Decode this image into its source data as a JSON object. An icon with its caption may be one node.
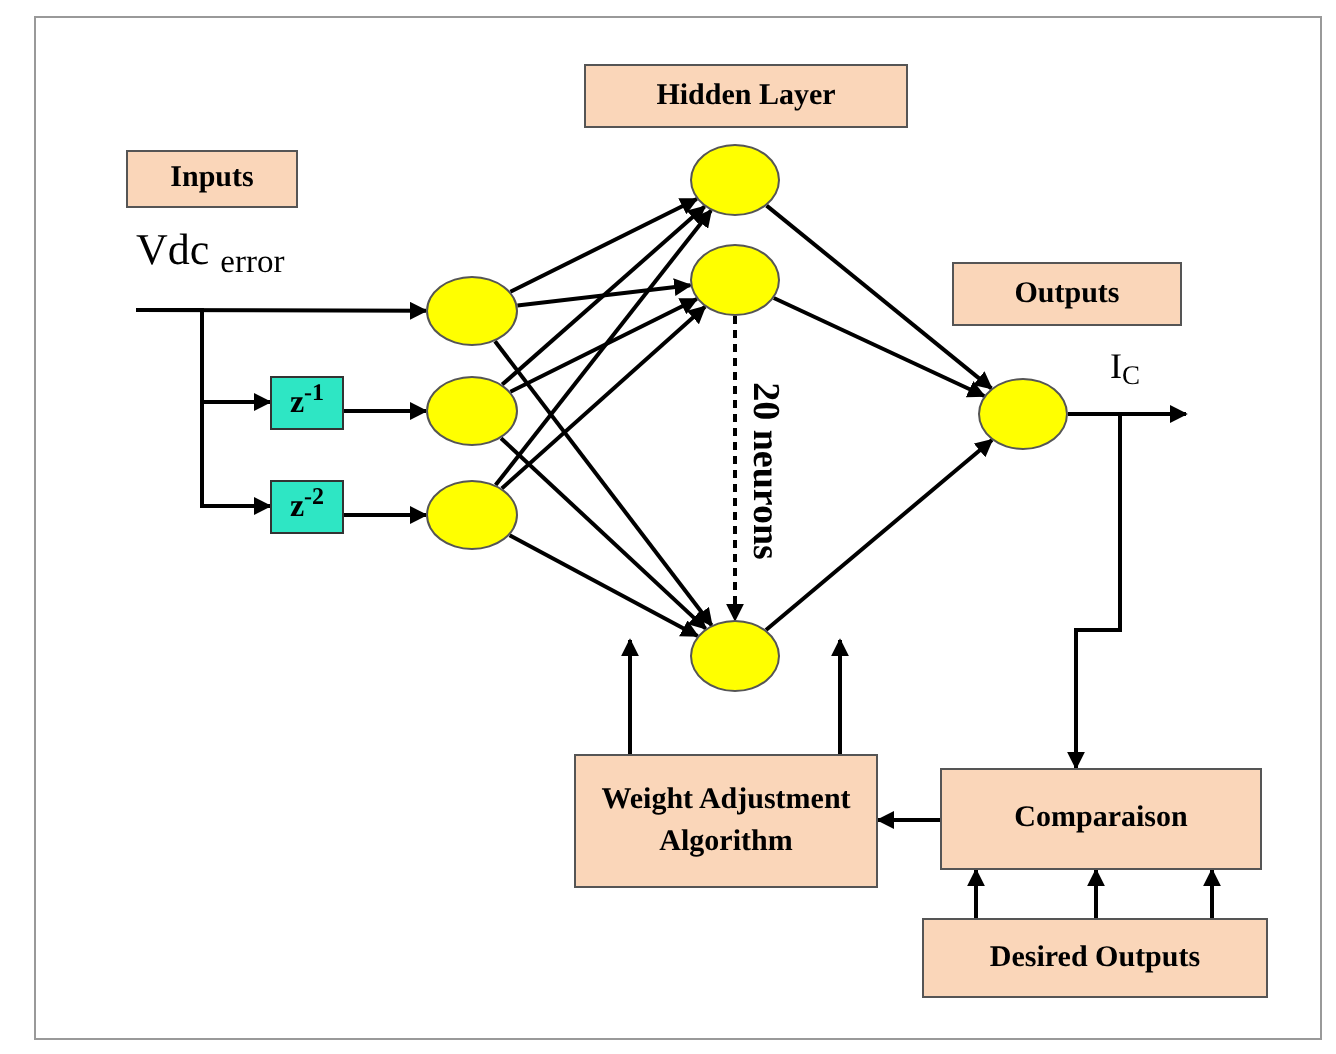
{
  "diagram": {
    "nodes": [
      {
        "text": [
          "Inputs"
        ]
      },
      {
        "text": [
          "Hidden Layer"
        ]
      },
      {
        "text": [
          "Outputs"
        ]
      },
      {
        "text": [
          "z$^{-1}$"
        ]
      },
      {
        "text": [
          "z$^{-2}$"
        ]
      },
      {
        "text": [],
        "shape": "circle"
      },
      {
        "text": [],
        "shape": "circle"
      },
      {
        "text": [],
        "shape": "circle"
      },
      {
        "text": [],
        "shape": "circle"
      },
      {
        "text": [],
        "shape": "circle"
      },
      {
        "text": [],
        "shape": "circle"
      },
      {
        "text": [],
        "shape": "circle"
      },
      {
        "text": [
          "Weight Adjustment Algorithm"
        ]
      },
      {
        "text": [
          "Comparaison"
        ]
      },
      {
        "text": [
          "Desired Outputs"
        ]
      }
    ],
    "edges": [
      {
        "from": null,
        "to": 5,
        "arrow": "to"
      },
      {
        "from": null,
        "to": 3,
        "arrow": "to"
      },
      {
        "from": null,
        "to": 4,
        "arrow": "to"
      },
      {
        "from": 3,
        "to": 6,
        "arrow": "to"
      },
      {
        "from": 4,
        "to": 7,
        "arrow": "to"
      },
      {
        "from": 5,
        "to": 8,
        "arrow": "to"
      },
      {
        "from": 5,
        "to": 9,
        "arrow": "to"
      },
      {
        "from": 5,
        "to": 10,
        "arrow": "to"
      },
      {
        "from": 6,
        "to": 8,
        "arrow": "to"
      },
      {
        "from": 6,
        "to": 9,
        "arrow": "to"
      },
      {
        "from": 6,
        "to": 10,
        "arrow": "to"
      },
      {
        "from": 7,
        "to": 8,
        "arrow": "to"
      },
      {
        "from": 7,
        "to": 9,
        "arrow": "to"
      },
      {
        "from": 7,
        "to": 10,
        "arrow": "to"
      },
      {
        "from": 9,
        "to": 10,
        "arrow": "to",
        "style": "dashed"
      },
      {
        "from": 8,
        "to": 11,
        "arrow": "to"
      },
      {
        "from": 9,
        "to": 11,
        "arrow": "to"
      },
      {
        "from": 10,
        "to": 11,
        "arrow": "to"
      },
      {
        "from": 11,
        "to": null,
        "arrow": "to"
      },
      {
        "from": 11,
        "to": 13,
        "arrow": "to"
      },
      {
        "from": 13,
        "to": 12,
        "arrow": "to"
      },
      {
        "from": 12,
        "to": 10,
        "arrow": "to"
      },
      {
        "from": 12,
        "to": 10,
        "arrow": "to"
      },
      {
        "from": 14,
        "to": 13,
        "arrow": "to"
      },
      {
        "from": 14,
        "to": 13,
        "arrow": "to"
      },
      {
        "from": 14,
        "to": 13,
        "arrow": "to"
      }
    ],
    "labels": [
      "Vdc $_{error}$",
      "I$_{C}$",
      "20 neurons"
    ]
  }
}
